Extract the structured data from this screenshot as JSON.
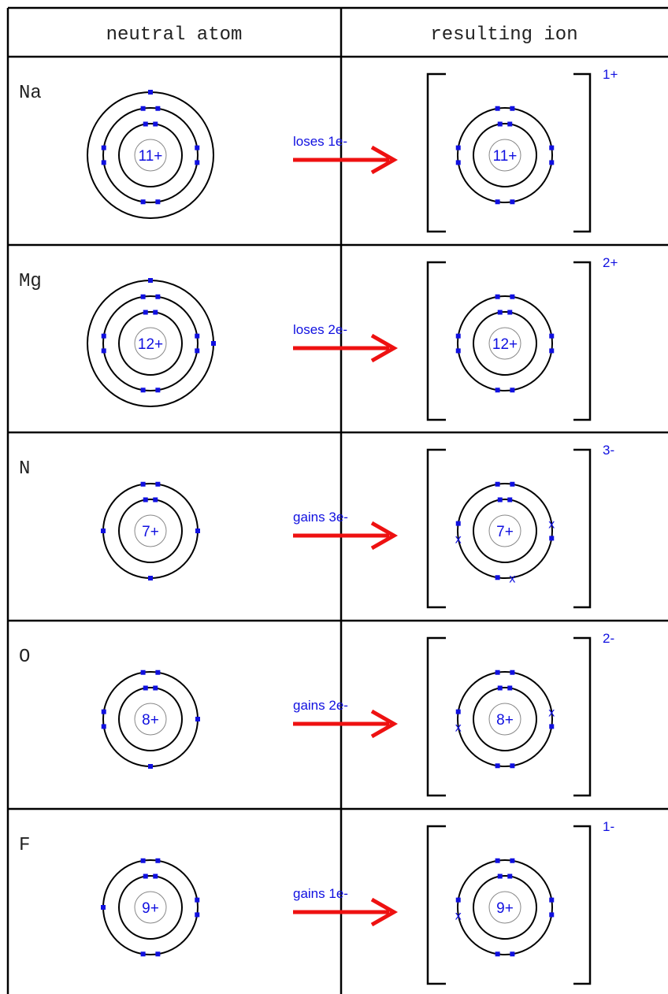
{
  "header": {
    "left": "neutral atom",
    "right": "resulting ion"
  },
  "colors": {
    "electron": "#1010e0",
    "arrow": "#ee1111",
    "line": "#000000"
  },
  "rows": [
    {
      "symbol": "Na",
      "nucleus": "11+",
      "process": "loses 1e-",
      "charge": "1+",
      "atom_shells": [
        2,
        8,
        1
      ],
      "ion_shells": [
        2,
        8
      ],
      "gained_electrons": 0
    },
    {
      "symbol": "Mg",
      "nucleus": "12+",
      "process": "loses 2e-",
      "charge": "2+",
      "atom_shells": [
        2,
        8,
        2
      ],
      "ion_shells": [
        2,
        8
      ],
      "gained_electrons": 0
    },
    {
      "symbol": "N",
      "nucleus": "7+",
      "process": "gains 3e-",
      "charge": "3-",
      "atom_shells": [
        2,
        5
      ],
      "ion_shells": [
        2,
        8
      ],
      "gained_electrons": 3
    },
    {
      "symbol": "O",
      "nucleus": "8+",
      "process": "gains 2e-",
      "charge": "2-",
      "atom_shells": [
        2,
        6
      ],
      "ion_shells": [
        2,
        8
      ],
      "gained_electrons": 2
    },
    {
      "symbol": "F",
      "nucleus": "9+",
      "process": "gains 1e-",
      "charge": "1-",
      "atom_shells": [
        2,
        7
      ],
      "ion_shells": [
        2,
        8
      ],
      "gained_electrons": 1
    }
  ]
}
